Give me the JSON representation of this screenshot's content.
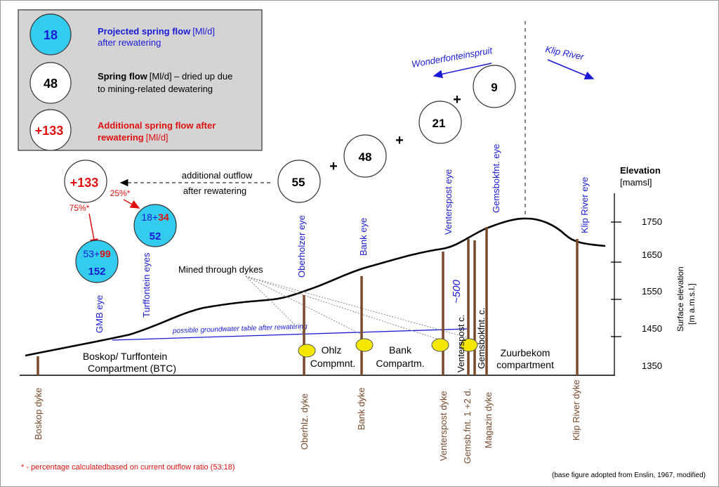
{
  "legend": {
    "items": [
      {
        "value": "18",
        "title": "Projected spring flow",
        "unit": "[Ml/d]",
        "subtitle": "after rewatering"
      },
      {
        "value": "48",
        "title": "Spring flow",
        "unit": "[Ml/d] – dried up due",
        "subtitle": "to mining-related dewatering"
      },
      {
        "value": "+133",
        "title": "Additional spring flow after",
        "unit": "",
        "subtitle_bold": "rewatering",
        "subtitle": "[Ml/d]"
      }
    ]
  },
  "rivers": {
    "left": "Wonderfonteinspruit",
    "right": "Klip River"
  },
  "flows": {
    "eye9": "9",
    "eye21": "21",
    "eye48": "48",
    "eye55": "55",
    "plus": "+"
  },
  "outflow": {
    "line1": "additional outflow",
    "line2": "after rewatering"
  },
  "btc": {
    "total": "+133",
    "pct_gmb": "75%*",
    "pct_turf": "25%*",
    "gmb": {
      "base": "53+",
      "add": "99",
      "total": "152"
    },
    "turf": {
      "base": "18+",
      "add": "34",
      "total": "52"
    }
  },
  "eyes": [
    "GMB eye",
    "Turffontein eyes",
    "Oberholzer eye",
    "Bank eye",
    "Venterspost eye",
    "Gemsbokfnt. eye",
    "Klip River eye"
  ],
  "axis": {
    "title": "Elevation",
    "unit": "[mamsl]",
    "ticks": [
      "1750",
      "1650",
      "1550",
      "1450",
      "1350"
    ],
    "side_label_1": "Surface elevation",
    "side_label_2": "[m a.m.s.l.]"
  },
  "labels": {
    "mined": "Mined through dykes",
    "water_table": "possible groundwater table after rewatering",
    "minus500": "~500",
    "venterspost_c": "Venterspost c.",
    "gemsbokfnt_c": "Gemsbokfnt. c."
  },
  "compartments": {
    "btc1": "Boskop/ Turffontein",
    "btc2": "Compartment (BTC)",
    "ohlz1": "Ohlz",
    "ohlz2": "Compmnt.",
    "bank1": "Bank",
    "bank2": "Compartm.",
    "zuur1": "Zuurbekom",
    "zuur2": "compartment"
  },
  "dykes": [
    "Boskop dyke",
    "Oberhlz.  dyke",
    "Bank dyke",
    "Venterspost dyke",
    "Gemsb.fnt. 1 +2  d.",
    "Magazin dyke",
    "Klip River dyke"
  ],
  "footnote": "* - percentage calculatedbased on current outflow ratio (53:18)",
  "source": "(base figure adopted from Enslin, 1967, modified)",
  "colors": {
    "cyan": "#33ccee",
    "blue": "#1a1ad6",
    "red": "#e01010",
    "brown": "#7a4a2a",
    "legend_bg": "#d4d4d4",
    "yellow": "#f4e800"
  }
}
